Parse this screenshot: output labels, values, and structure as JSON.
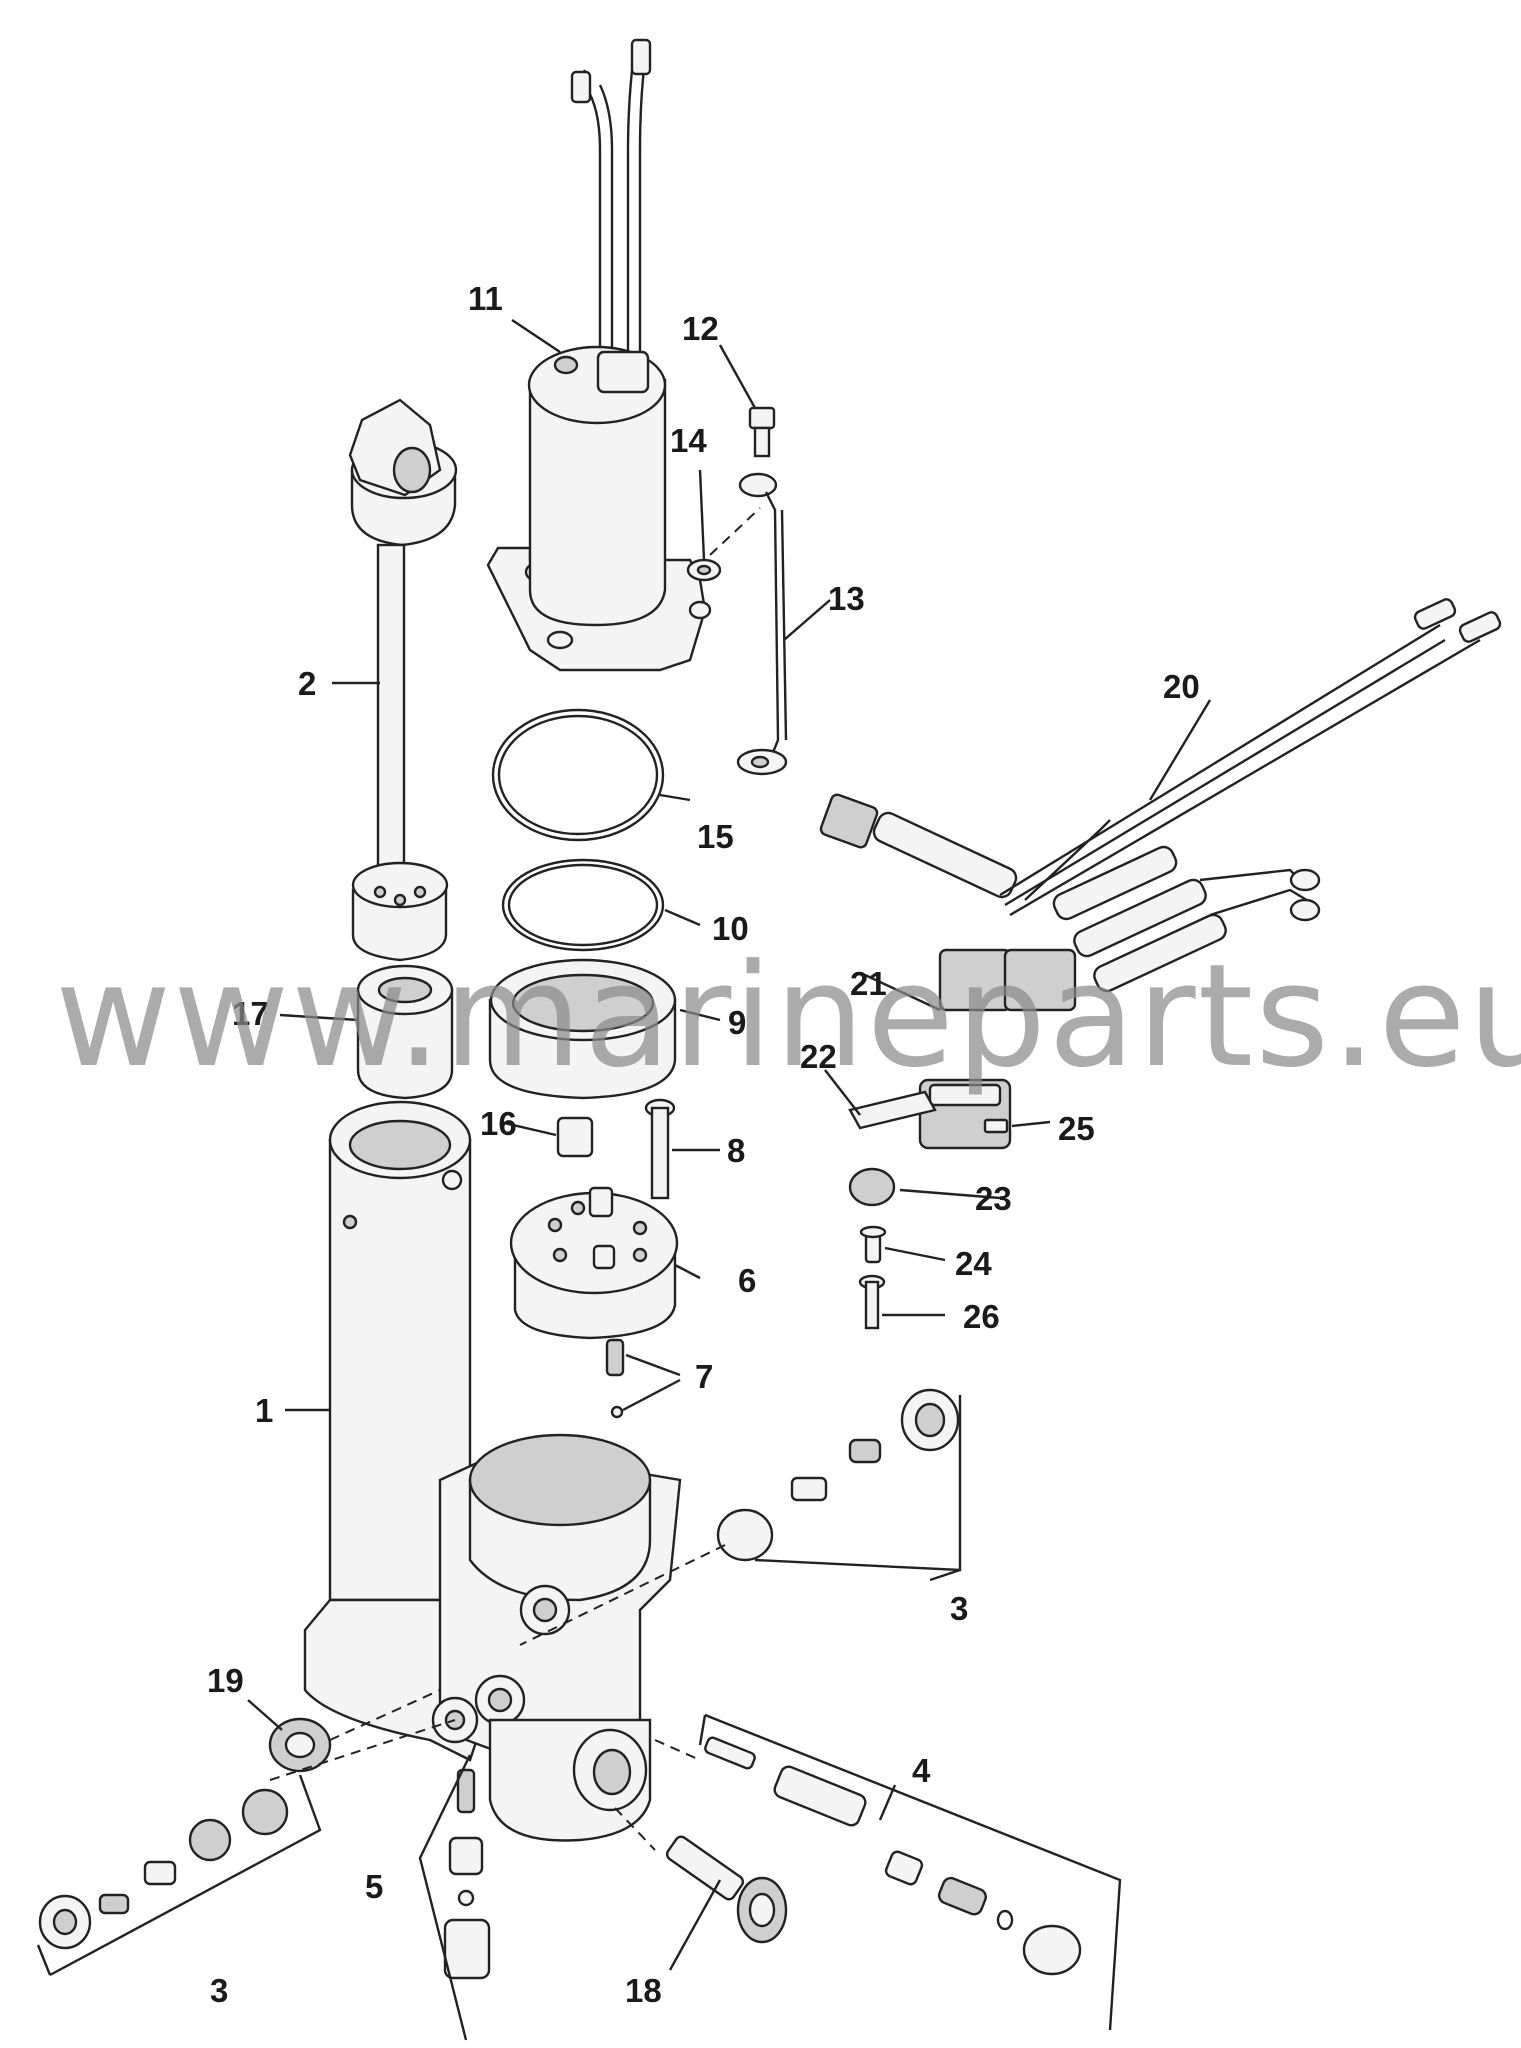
{
  "watermark": "www.marineparts.eu",
  "callouts": {
    "c1": "1",
    "c2": "2",
    "c3a": "3",
    "c3b": "3",
    "c4": "4",
    "c5": "5",
    "c6": "6",
    "c7": "7",
    "c8": "8",
    "c9": "9",
    "c10": "10",
    "c11": "11",
    "c12": "12",
    "c13": "13",
    "c14": "14",
    "c15": "15",
    "c16": "16",
    "c17": "17",
    "c18": "18",
    "c19": "19",
    "c20": "20",
    "c21": "21",
    "c22": "22",
    "c23": "23",
    "c24": "24",
    "c25": "25",
    "c26": "26"
  }
}
